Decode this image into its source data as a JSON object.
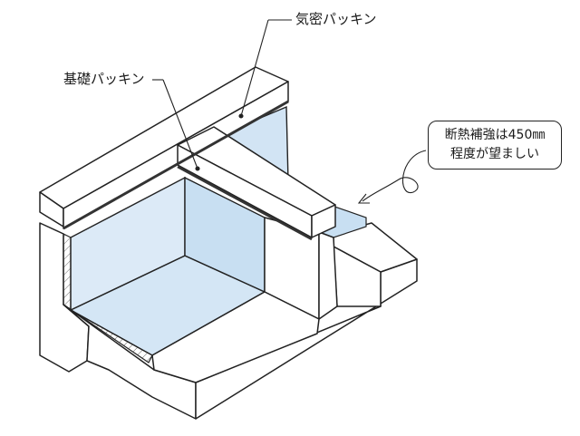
{
  "labels": {
    "airtight_packing": "気密パッキン",
    "foundation_packing": "基礎パッキン"
  },
  "note": {
    "line1": "断熱補強は450㎜",
    "line2": "程度が望ましい"
  },
  "colors": {
    "insulation": "#cde1f3",
    "insulation_light": "#e4eff9",
    "line": "#222222"
  }
}
